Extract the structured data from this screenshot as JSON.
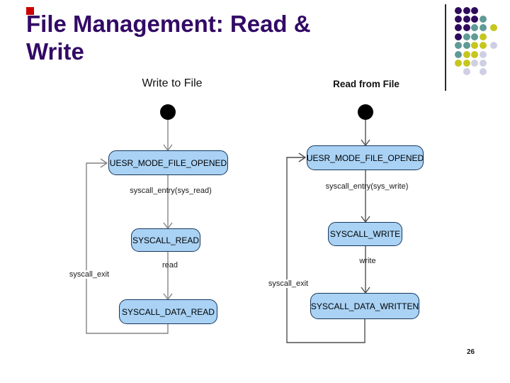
{
  "slide": {
    "title_line1": "File Management: Read &",
    "title_line2": "Write",
    "page_number": "26"
  },
  "columns": {
    "left_header": "Write to File",
    "right_header": "Read from File"
  },
  "diagrams": {
    "left": {
      "type": "state-diagram",
      "nodes": [
        "UESR_MODE_FILE_OPENED",
        "SYSCALL_READ",
        "SYSCALL_DATA_READ"
      ],
      "edges": [
        {
          "from": "initial-state",
          "to": "UESR_MODE_FILE_OPENED",
          "label": ""
        },
        {
          "from": "UESR_MODE_FILE_OPENED",
          "to": "SYSCALL_READ",
          "label": "syscall_entry(sys_read)"
        },
        {
          "from": "SYSCALL_READ",
          "to": "SYSCALL_DATA_READ",
          "label": "read"
        },
        {
          "from": "SYSCALL_DATA_READ",
          "to": "UESR_MODE_FILE_OPENED",
          "label": "syscall_exit"
        }
      ]
    },
    "right": {
      "type": "state-diagram",
      "nodes": [
        "UESR_MODE_FILE_OPENED",
        "SYSCALL_WRITE",
        "SYSCALL_DATA_WRITTEN"
      ],
      "edges": [
        {
          "from": "initial-state",
          "to": "UESR_MODE_FILE_OPENED",
          "label": ""
        },
        {
          "from": "UESR_MODE_FILE_OPENED",
          "to": "SYSCALL_WRITE",
          "label": "syscall_entry(sys_write)"
        },
        {
          "from": "SYSCALL_WRITE",
          "to": "SYSCALL_DATA_WRITTEN",
          "label": "write"
        },
        {
          "from": "SYSCALL_DATA_WRITTEN",
          "to": "UESR_MODE_FILE_OPENED",
          "label": "syscall_exit"
        }
      ]
    }
  },
  "icons": {
    "initial_state": "filled-black-circle",
    "arrow_style": "open-v-arrowhead"
  },
  "colors": {
    "title": "#330a66",
    "red_square": "#cc0000",
    "node_fill": "#a9d2f5",
    "node_border": "#16365c",
    "left_connector": "#848484",
    "right_connector": "#4f4f4f",
    "initial_state": "#000000"
  },
  "decoration": {
    "palette": {
      "P": "#2e0a5c",
      "T": "#5f9a96",
      "Y": "#c6c61e",
      "L": "#cfcfe3"
    },
    "grid": [
      "PPP..",
      "PPPT.",
      "PPTTY",
      "PTTY.",
      "TTYYL",
      "TYYL.",
      "YYLL.",
      ".L.L."
    ]
  }
}
